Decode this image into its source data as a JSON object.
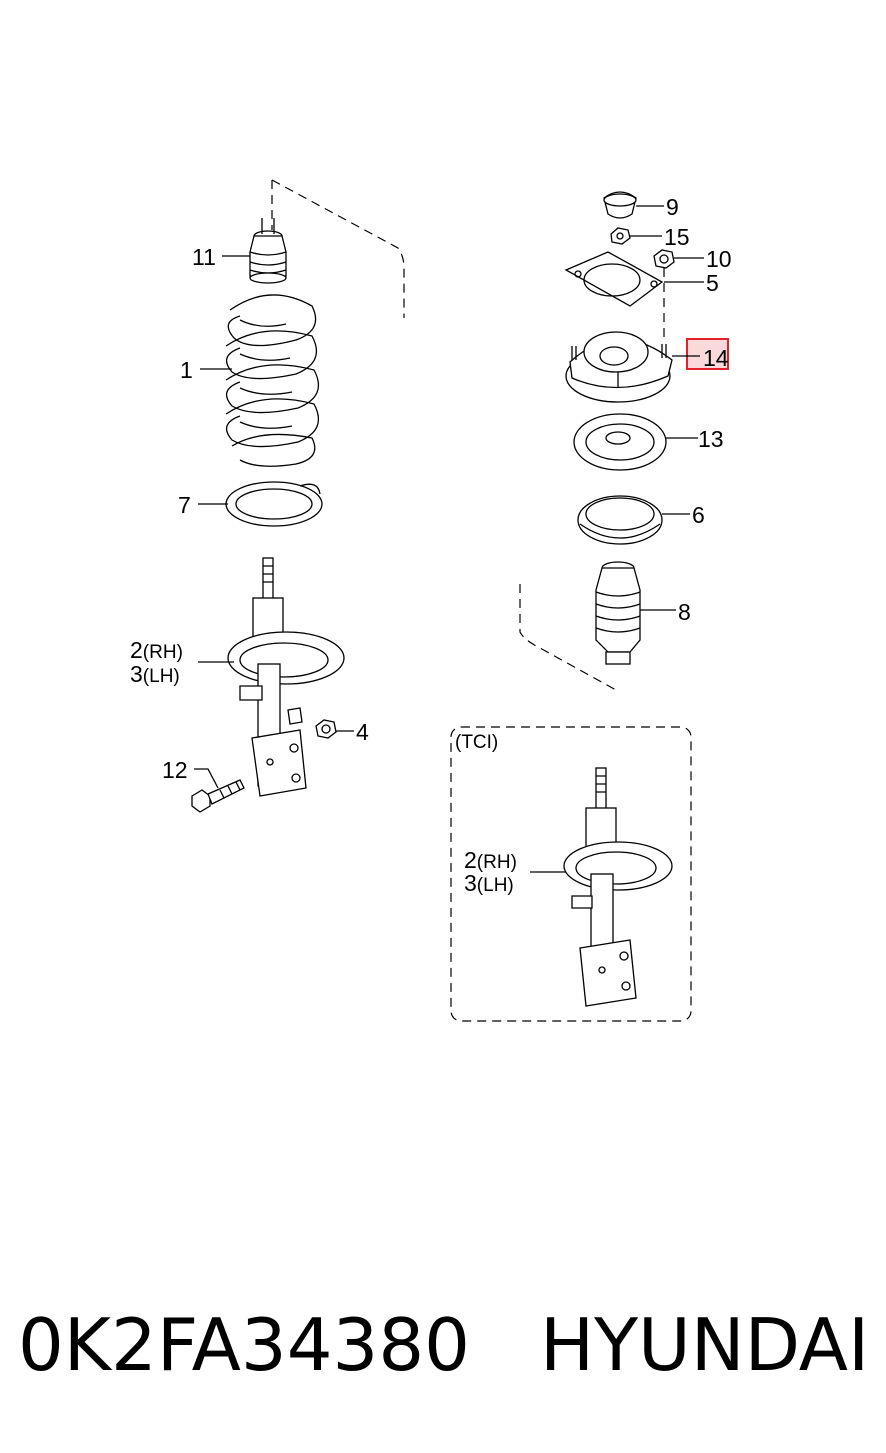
{
  "callouts": {
    "c1": "1",
    "c2_rh": "2",
    "c2_rh_suffix": "(RH)",
    "c3_lh": "3",
    "c3_lh_suffix": "(LH)",
    "c4": "4",
    "c5": "5",
    "c6": "6",
    "c7": "7",
    "c8": "8",
    "c9": "9",
    "c10": "10",
    "c11": "11",
    "c12": "12",
    "c13": "13",
    "c14": "14",
    "c15": "15",
    "tci_c2": "2",
    "tci_c2_suffix": "(RH)",
    "tci_c3": "3",
    "tci_c3_suffix": "(LH)"
  },
  "inset": {
    "label": "(TCI)"
  },
  "highlight": {
    "callout": "14",
    "color": "#e0202a"
  },
  "footer": {
    "part_number": "0K2FA34380",
    "brand": "HYUNDAI"
  }
}
